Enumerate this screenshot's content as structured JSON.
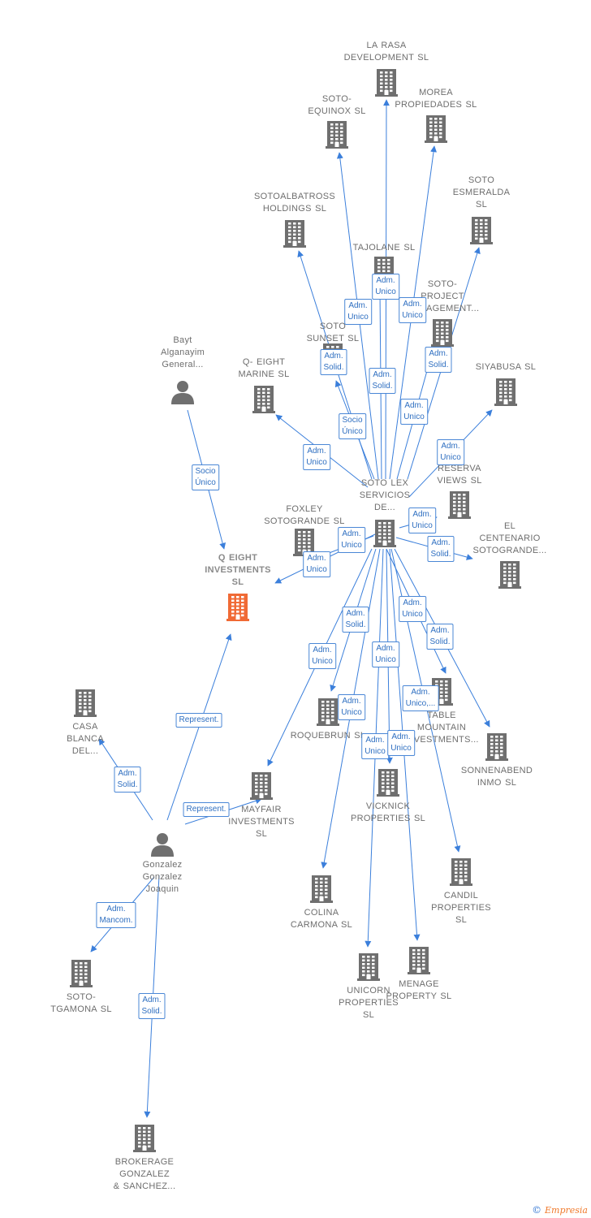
{
  "colors": {
    "edge": "#3b7fdb",
    "company_icon": "#6f6f6f",
    "focus_icon": "#f06a35",
    "person_icon": "#6f6f6f",
    "label_text": "#6e6e6e",
    "edge_label_text": "#2f6fc1"
  },
  "nodes": [
    {
      "id": "q_eight",
      "label": "Q EIGHT\nINVESTMENTS\nSL",
      "type": "focus"
    },
    {
      "id": "bayt",
      "label": "Bayt\nAlganayim\nGeneral...",
      "type": "person"
    },
    {
      "id": "gonzalez",
      "label": "Gonzalez\nGonzalez\nJoaquin",
      "type": "person"
    },
    {
      "id": "soto_lex",
      "label": "SOTO LEX\nSERVICIOS\nDE...",
      "type": "company"
    },
    {
      "id": "la_rasa",
      "label": "LA RASA\nDEVELOPMENT SL",
      "type": "company"
    },
    {
      "id": "soto_equinox",
      "label": "SOTO-\nEQUINOX SL",
      "type": "company"
    },
    {
      "id": "morea",
      "label": "MOREA\nPROPIEDADES SL",
      "type": "company"
    },
    {
      "id": "soto_esmeralda",
      "label": "SOTO\nESMERALDA\nSL",
      "type": "company"
    },
    {
      "id": "sotoalbatross",
      "label": "SOTOALBATROSS\nHOLDINGS SL",
      "type": "company"
    },
    {
      "id": "tajolane",
      "label": "TAJOLANE SL",
      "type": "company"
    },
    {
      "id": "soto_project",
      "label": "SOTO-\nPROJECT\nMANAGEMENT...",
      "type": "company"
    },
    {
      "id": "soto_sunset",
      "label": "SOTO\nSUNSET SL",
      "type": "company"
    },
    {
      "id": "q_eight_marine",
      "label": "Q- EIGHT\nMARINE SL",
      "type": "company"
    },
    {
      "id": "siyabusa",
      "label": "SIYABUSA SL",
      "type": "company"
    },
    {
      "id": "reserva_views",
      "label": "RESERVA\nVIEWS SL",
      "type": "company"
    },
    {
      "id": "foxley",
      "label": "FOXLEY\nSOTOGRANDE SL",
      "type": "company"
    },
    {
      "id": "el_centenario",
      "label": "EL\nCENTENARIO\nSOTOGRANDE...",
      "type": "company"
    },
    {
      "id": "casa_blanca",
      "label": "CASA\nBLANCA\nDEL...",
      "type": "company"
    },
    {
      "id": "roquebrun",
      "label": "ROQUEBRUN SL",
      "type": "company"
    },
    {
      "id": "table_mountain",
      "label": "TABLE\nMOUNTAIN\nINVESTMENTS...",
      "type": "company"
    },
    {
      "id": "sonnenabend",
      "label": "SONNENABEND\nINMO SL",
      "type": "company"
    },
    {
      "id": "mayfair",
      "label": "MAYFAIR\nINVESTMENTS\nSL",
      "type": "company"
    },
    {
      "id": "vicknick",
      "label": "VICKNICK\nPROPERTIES SL",
      "type": "company"
    },
    {
      "id": "candil",
      "label": "CANDIL\nPROPERTIES\nSL",
      "type": "company"
    },
    {
      "id": "colina_carmona",
      "label": "COLINA\nCARMONA SL",
      "type": "company"
    },
    {
      "id": "unicorn",
      "label": "UNICORN\nPROPERTIES\nSL",
      "type": "company"
    },
    {
      "id": "menage",
      "label": "MENAGE\nPROPERTY SL",
      "type": "company"
    },
    {
      "id": "soto_tgamona",
      "label": "SOTO-\nTGAMONA SL",
      "type": "company"
    },
    {
      "id": "brokerage",
      "label": "BROKERAGE\nGONZALEZ\n& SANCHEZ...",
      "type": "company"
    }
  ],
  "edges": [
    {
      "from": "bayt",
      "to": "q_eight",
      "label": "Socio\nÚnico"
    },
    {
      "from": "gonzalez",
      "to": "q_eight",
      "label": "Represent."
    },
    {
      "from": "gonzalez",
      "to": "mayfair",
      "label": "Represent."
    },
    {
      "from": "gonzalez",
      "to": "casa_blanca",
      "label": "Adm.\nSolid."
    },
    {
      "from": "gonzalez",
      "to": "soto_tgamona",
      "label": "Adm.\nMancom."
    },
    {
      "from": "gonzalez",
      "to": "brokerage",
      "label": "Adm.\nSolid."
    },
    {
      "from": "soto_lex",
      "to": "q_eight",
      "label": "Adm.\nUnico"
    },
    {
      "from": "soto_lex",
      "to": "la_rasa",
      "label": "Adm.\nUnico"
    },
    {
      "from": "soto_lex",
      "to": "soto_equinox",
      "label": "Adm.\nUnico"
    },
    {
      "from": "soto_lex",
      "to": "morea",
      "label": "Adm.\nUnico"
    },
    {
      "from": "soto_lex",
      "to": "soto_esmeralda",
      "label": "Adm.\nSolid."
    },
    {
      "from": "soto_lex",
      "to": "sotoalbatross",
      "label": "Adm.\nSolid."
    },
    {
      "from": "soto_lex",
      "to": "soto_project",
      "label": "Adm.\nUnico"
    },
    {
      "from": "soto_lex",
      "to": "soto_sunset",
      "label": "Socio\nÚnico"
    },
    {
      "from": "soto_lex",
      "to": "tajolane",
      "label": "Adm.\nSolid."
    },
    {
      "from": "soto_lex",
      "to": "q_eight_marine",
      "label": "Adm.\nUnico"
    },
    {
      "from": "soto_lex",
      "to": "siyabusa",
      "label": "Adm.\nUnico"
    },
    {
      "from": "soto_lex",
      "to": "el_centenario",
      "label": "Adm.\nSolid."
    },
    {
      "from": "soto_lex",
      "to": "reserva_views",
      "label": "Adm.\nUnico"
    },
    {
      "from": "soto_lex",
      "to": "foxley",
      "label": "Adm.\nUnico"
    },
    {
      "from": "soto_lex",
      "to": "roquebrun",
      "label": "Adm.\nSolid."
    },
    {
      "from": "soto_lex",
      "to": "mayfair",
      "label": "Adm.\nUnico"
    },
    {
      "from": "soto_lex",
      "to": "table_mountain",
      "label": "Adm.\nUnico"
    },
    {
      "from": "soto_lex",
      "to": "sonnenabend",
      "label": "Adm.\nSolid."
    },
    {
      "from": "soto_lex",
      "to": "colina_carmona",
      "label": "Adm.\nUnico"
    },
    {
      "from": "soto_lex",
      "to": "unicorn",
      "label": "Adm.\nUnico"
    },
    {
      "from": "soto_lex",
      "to": "vicknick",
      "label": "Adm.\nUnico"
    },
    {
      "from": "soto_lex",
      "to": "candil",
      "label": "Adm.\nUnico,..."
    },
    {
      "from": "soto_lex",
      "to": "menage",
      "label": "Adm.\nUnico"
    }
  ],
  "copyright": {
    "symbol": "©",
    "brand": "Empresia"
  }
}
